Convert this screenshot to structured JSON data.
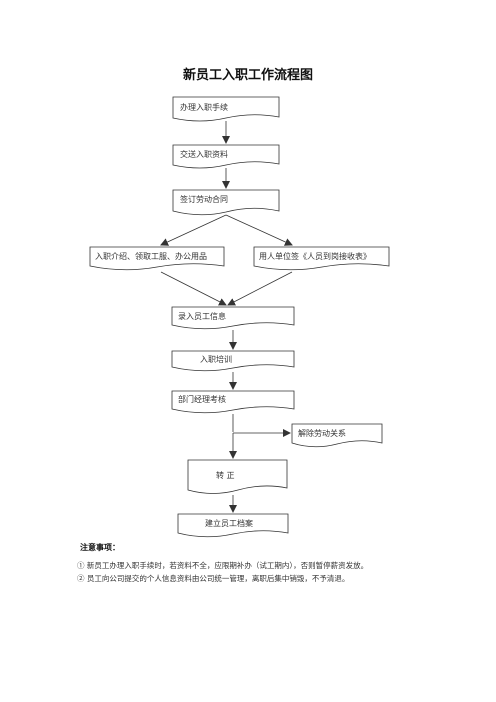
{
  "title": "新员工入职工作流程图",
  "steps": {
    "s1": "办理入职手续",
    "s2": "交送入职资料",
    "s3": "签订劳动合同",
    "s4a": "入职介绍、领取工服、办公用品",
    "s4b": "用人单位签《人员到岗接收表》",
    "s5": "录入员工信息",
    "s6": "入职培训",
    "s7": "部门经理考核",
    "branch": "解除劳动关系",
    "s8": "转  正",
    "s9": "建立员工档案"
  },
  "notes": {
    "heading": "注意事项：",
    "items": [
      "①  新员工办理入职手续时，若资料不全，应限期补办（试工期内），否则暂停薪资发放。",
      "②  员工向公司提交的个人信息资料由公司统一管理，离职后集中销毁，不予清退。"
    ]
  },
  "colors": {
    "stroke": "#333333",
    "text": "#333333",
    "background": "#ffffff"
  }
}
